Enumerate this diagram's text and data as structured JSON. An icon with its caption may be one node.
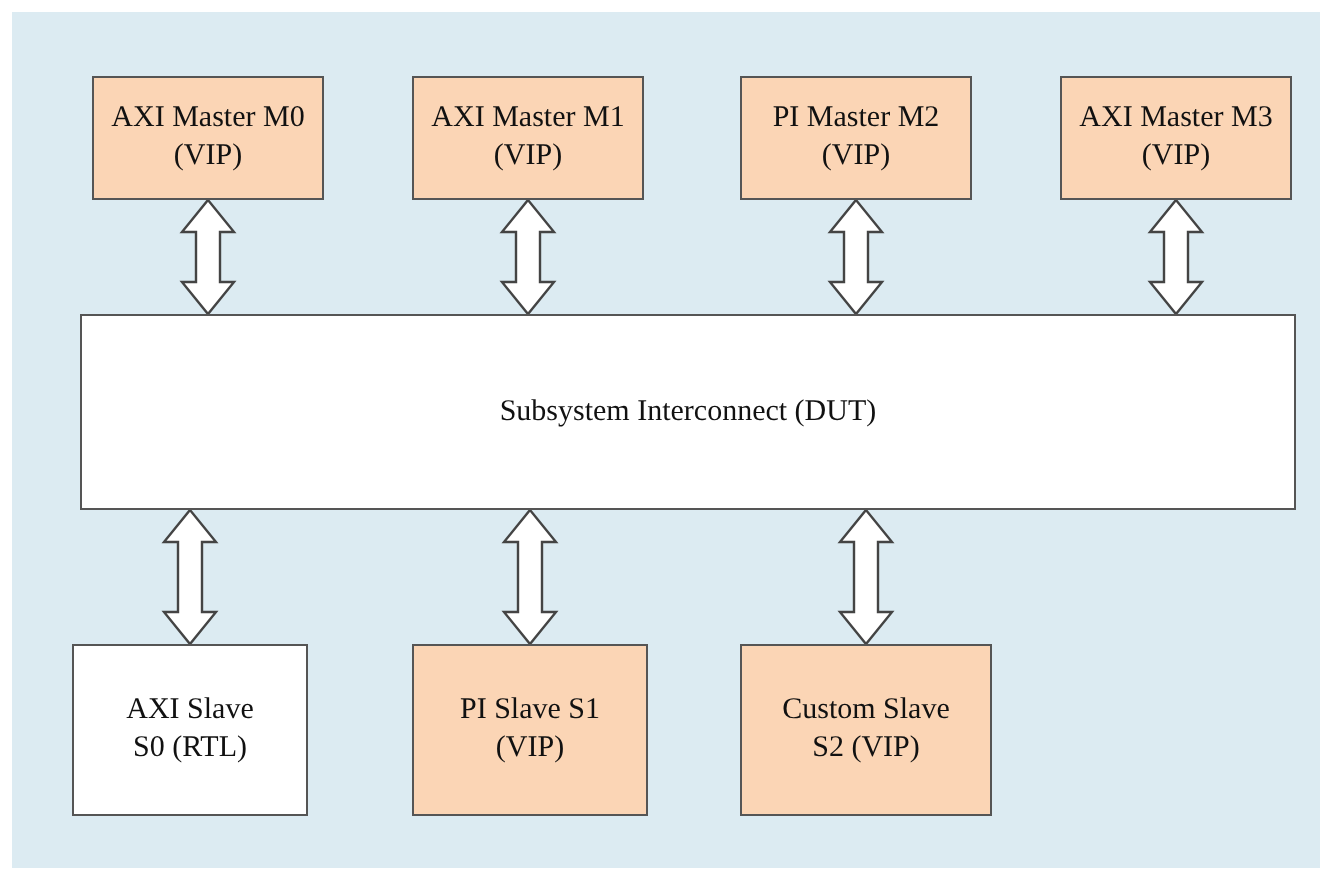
{
  "diagram": {
    "nodes": [
      {
        "text": [
          "AXI Master M0 (VIP)"
        ]
      },
      {
        "text": [
          "AXI Master M1 (VIP)"
        ]
      },
      {
        "text": [
          "PI Master M2 (VIP)"
        ]
      },
      {
        "text": [
          "AXI Master M3 (VIP)"
        ]
      },
      {
        "text": [
          "Subsystem Interconnect (DUT)"
        ]
      },
      {
        "text": [
          "AXI Slave S0 (RTL)"
        ]
      },
      {
        "text": [
          "PI Slave S1 (VIP)"
        ]
      },
      {
        "text": [
          "Custom Slave S2 (VIP)"
        ]
      }
    ],
    "edges": [
      {
        "from": 0,
        "to": 4,
        "arrow": "both"
      },
      {
        "from": 1,
        "to": 4,
        "arrow": "both"
      },
      {
        "from": 2,
        "to": 4,
        "arrow": "both"
      },
      {
        "from": 3,
        "to": 4,
        "arrow": "both"
      },
      {
        "from": 4,
        "to": 5,
        "arrow": "both"
      },
      {
        "from": 4,
        "to": 6,
        "arrow": "both"
      },
      {
        "from": 4,
        "to": 7,
        "arrow": "both"
      }
    ]
  }
}
